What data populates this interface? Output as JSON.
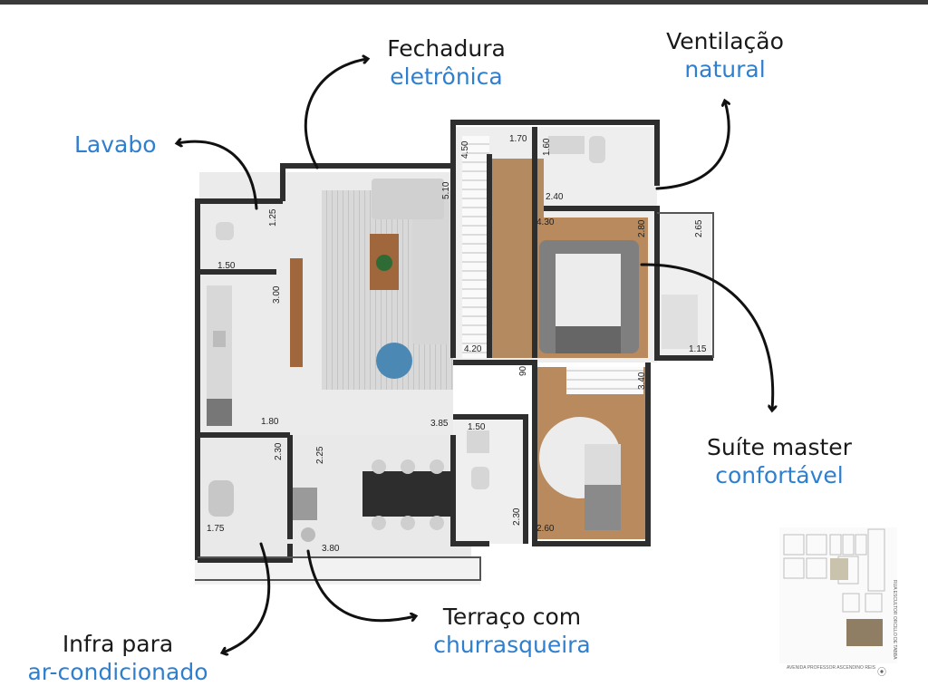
{
  "callouts": {
    "fechadura": {
      "line1": "Fechadura",
      "line2": "eletrônica"
    },
    "ventilacao": {
      "line1": "Ventilação",
      "line2": "natural"
    },
    "lavabo": {
      "line1": "Lavabo"
    },
    "suite": {
      "line1": "Suíte master",
      "line2": "confortável"
    },
    "terraco": {
      "line1": "Terraço com",
      "line2": "churrasqueira"
    },
    "infra": {
      "line1": "Infra para",
      "line2": "ar-condicionado"
    }
  },
  "dimensions": {
    "d450": "4.50",
    "d170": "1.70",
    "d160": "1.60",
    "d510": "5.10",
    "d125": "1.25",
    "d240": "2.40",
    "d430": "4.30",
    "d280": "2.80",
    "d265": "2.65",
    "d150a": "1.50",
    "d300": "3.00",
    "d420": "4.20",
    "d115": "1.15",
    "d090": "90",
    "d340": "3.40",
    "d180": "1.80",
    "d385": "3.85",
    "d150b": "1.50",
    "d230a": "2.30",
    "d225": "2.25",
    "d175": "1.75",
    "d230b": "2.30",
    "d260": "2.60",
    "d380": "3.80"
  },
  "site_plan": {
    "street_right": "RUA ESCULTOR ORCILLO DE TABBA",
    "street_bottom": "AVENIDA PROFESSOR ASCENDINO REIS"
  },
  "colors": {
    "accent_blue": "#2f7fd0",
    "wall": "#2e2e2e",
    "wood": "#b88a5e",
    "floor": "#e7e7e7"
  }
}
